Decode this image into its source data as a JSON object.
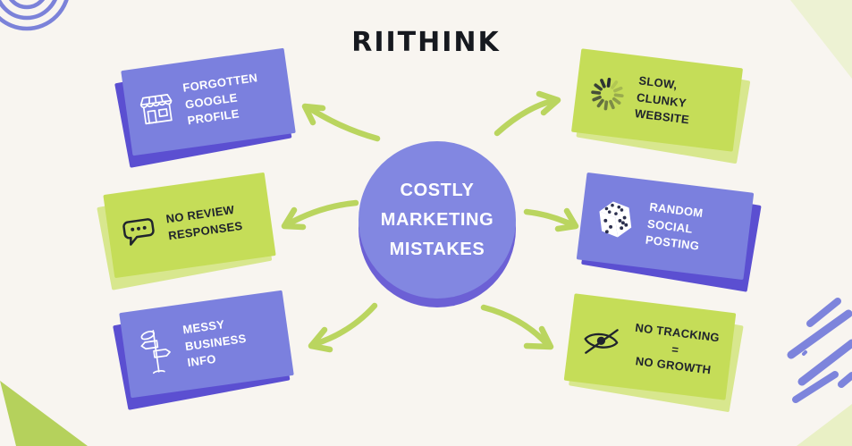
{
  "page": {
    "title": "RIITHINK"
  },
  "center_node": {
    "label": "COSTLY\nMARKETING\nMISTAKES"
  },
  "cards": [
    {
      "position": "top-left",
      "theme": "purple",
      "icon": "storefront-icon",
      "label": "FORGOTTEN\nGOOGLE PROFILE"
    },
    {
      "position": "middle-left",
      "theme": "green",
      "icon": "chat-bubble-icon",
      "label": "NO REVIEW\nRESPONSES"
    },
    {
      "position": "bottom-left",
      "theme": "purple",
      "icon": "signpost-icon",
      "label": "MESSY\nBUSINESS INFO"
    },
    {
      "position": "top-right",
      "theme": "green",
      "icon": "loading-spinner-icon",
      "label": "SLOW, CLUNKY\nWEBSITE"
    },
    {
      "position": "middle-right",
      "theme": "purple",
      "icon": "dice-icon",
      "label": "RANDOM SOCIAL\nPOSTING"
    },
    {
      "position": "bottom-right",
      "theme": "green",
      "icon": "eye-slash-icon",
      "label": "NO TRACKING\n=\nNO GROWTH"
    }
  ],
  "colors": {
    "background": "#f8f5f0",
    "purple_card": "#7b80de",
    "purple_shadow": "#5b4fd1",
    "green_card": "#c5dd58",
    "green_shadow": "#d8e78e",
    "arrow_green": "#bad55f",
    "circle_fill": "#8287e1",
    "circle_shadow": "#6c60d5",
    "title_text": "#16191f",
    "dark_text": "#20242d",
    "light_text": "#ffffff",
    "decor_rings": "#7b82d9",
    "decor_brush": "#7d84dc",
    "corner_wedge_green": "#b5d15c",
    "corner_triangle_pale": "#edf2d3"
  }
}
